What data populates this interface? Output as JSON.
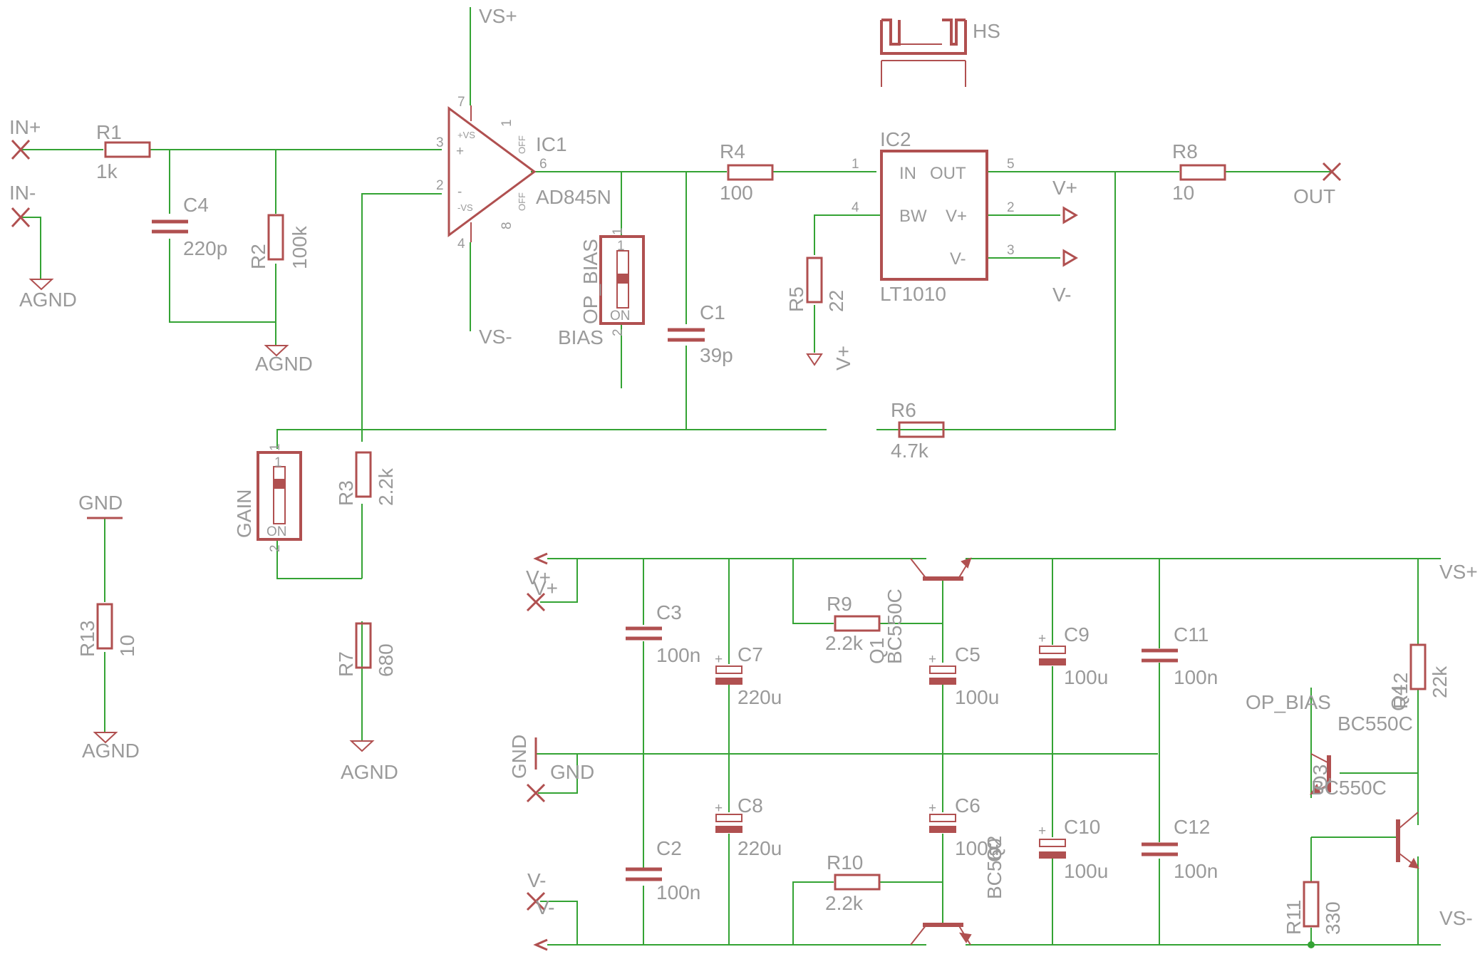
{
  "nets": {
    "in_plus": "IN+",
    "in_minus": "IN-",
    "out": "OUT",
    "agnd": "AGND",
    "gnd": "GND",
    "vs_plus": "VS+",
    "vs_minus": "VS-",
    "v_plus": "V+",
    "v_minus": "V-",
    "op_bias": "OP_BIAS"
  },
  "components": {
    "R1": {
      "name": "R1",
      "value": "1k"
    },
    "R2": {
      "name": "R2",
      "value": "100k"
    },
    "R3": {
      "name": "R3",
      "value": "2.2k"
    },
    "R4": {
      "name": "R4",
      "value": "100"
    },
    "R5": {
      "name": "R5",
      "value": "22"
    },
    "R6": {
      "name": "R6",
      "value": "4.7k"
    },
    "R7": {
      "name": "R7",
      "value": "680"
    },
    "R8": {
      "name": "R8",
      "value": "10"
    },
    "R9": {
      "name": "R9",
      "value": "2.2k"
    },
    "R10": {
      "name": "R10",
      "value": "2.2k"
    },
    "R11": {
      "name": "R11",
      "value": "330"
    },
    "R12": {
      "name": "R12",
      "value": "22k"
    },
    "R13": {
      "name": "R13",
      "value": "10"
    },
    "C1": {
      "name": "C1",
      "value": "39p"
    },
    "C2": {
      "name": "C2",
      "value": "100n"
    },
    "C3": {
      "name": "C3",
      "value": "100n"
    },
    "C4": {
      "name": "C4",
      "value": "220p"
    },
    "C5": {
      "name": "C5",
      "value": "100u"
    },
    "C6": {
      "name": "C6",
      "value": "100u"
    },
    "C7": {
      "name": "C7",
      "value": "220u"
    },
    "C8": {
      "name": "C8",
      "value": "220u"
    },
    "C9": {
      "name": "C9",
      "value": "100u"
    },
    "C10": {
      "name": "C10",
      "value": "100u"
    },
    "C11": {
      "name": "C11",
      "value": "100n"
    },
    "C12": {
      "name": "C12",
      "value": "100n"
    },
    "IC1": {
      "name": "IC1",
      "value": "AD845N"
    },
    "IC2": {
      "name": "IC2",
      "value": "LT1010"
    },
    "Q1": {
      "name": "Q1",
      "value": "BC550C"
    },
    "Q2": {
      "name": "Q2",
      "value": "BC560"
    },
    "Q3": {
      "name": "Q3",
      "value": "BC550C"
    },
    "Q4": {
      "name": "Q4",
      "value": "BC550C"
    },
    "HS": {
      "name": "HS"
    },
    "GAIN": {
      "name": "GAIN"
    },
    "OPBIAS": {
      "name": "OP_BIAS",
      "value": "BIAS"
    }
  },
  "ic1_pins": {
    "p7": "7",
    "p1": "1",
    "p3": "3",
    "p2": "2",
    "p6": "6",
    "p8": "8",
    "p4": "4",
    "vs_plus": "+VS",
    "vs_minus": "-VS",
    "off1": "OFF",
    "off2": "OFF",
    "plus": "+",
    "minus": "-"
  },
  "ic2_pins": {
    "p1": "1",
    "p4": "4",
    "p5": "5",
    "p2": "2",
    "p3": "3",
    "in": "IN",
    "out": "OUT",
    "bw": "BW",
    "vp": "V+",
    "vm": "V-"
  },
  "switch": {
    "on": "ON",
    "one": "1",
    "pin1": "1",
    "pin2": "2"
  },
  "cap_plus": "+",
  "colors": {
    "wire": "#34a334",
    "symbol": "#b05050",
    "text": "#9a9a9a"
  }
}
